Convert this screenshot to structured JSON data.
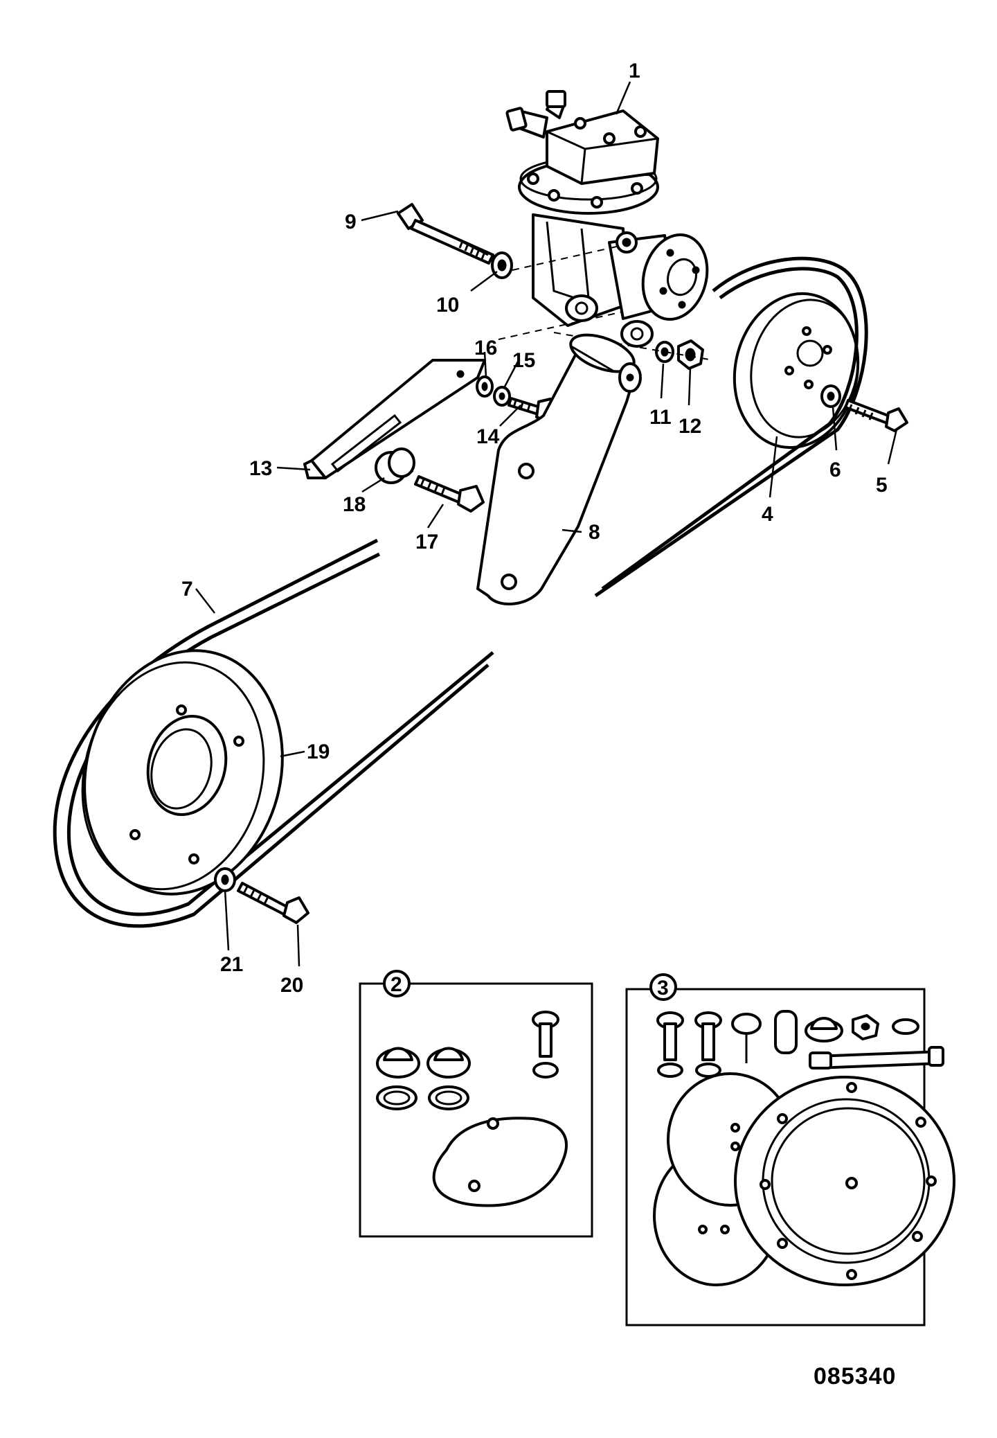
{
  "labels": {
    "l1": "1",
    "l4": "4",
    "l5": "5",
    "l6": "6",
    "l7": "7",
    "l8": "8",
    "l9": "9",
    "l10": "10",
    "l11": "11",
    "l12": "12",
    "l13": "13",
    "l14": "14",
    "l15": "15",
    "l16": "16",
    "l17": "17",
    "l18": "18",
    "l19": "19",
    "l20": "20",
    "l21": "21"
  },
  "kits": {
    "kit2": "2",
    "kit3": "3"
  },
  "reference_number": "085340"
}
